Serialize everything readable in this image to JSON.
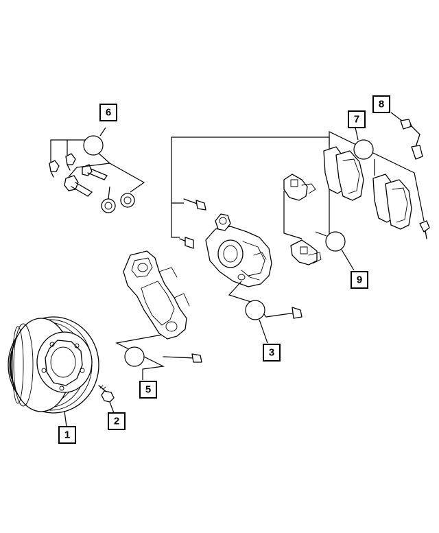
{
  "callouts": {
    "c1": "1",
    "c2": "2",
    "c3": "3",
    "c5": "5",
    "c6": "6",
    "c7": "7",
    "c8": "8",
    "c9": "9"
  }
}
